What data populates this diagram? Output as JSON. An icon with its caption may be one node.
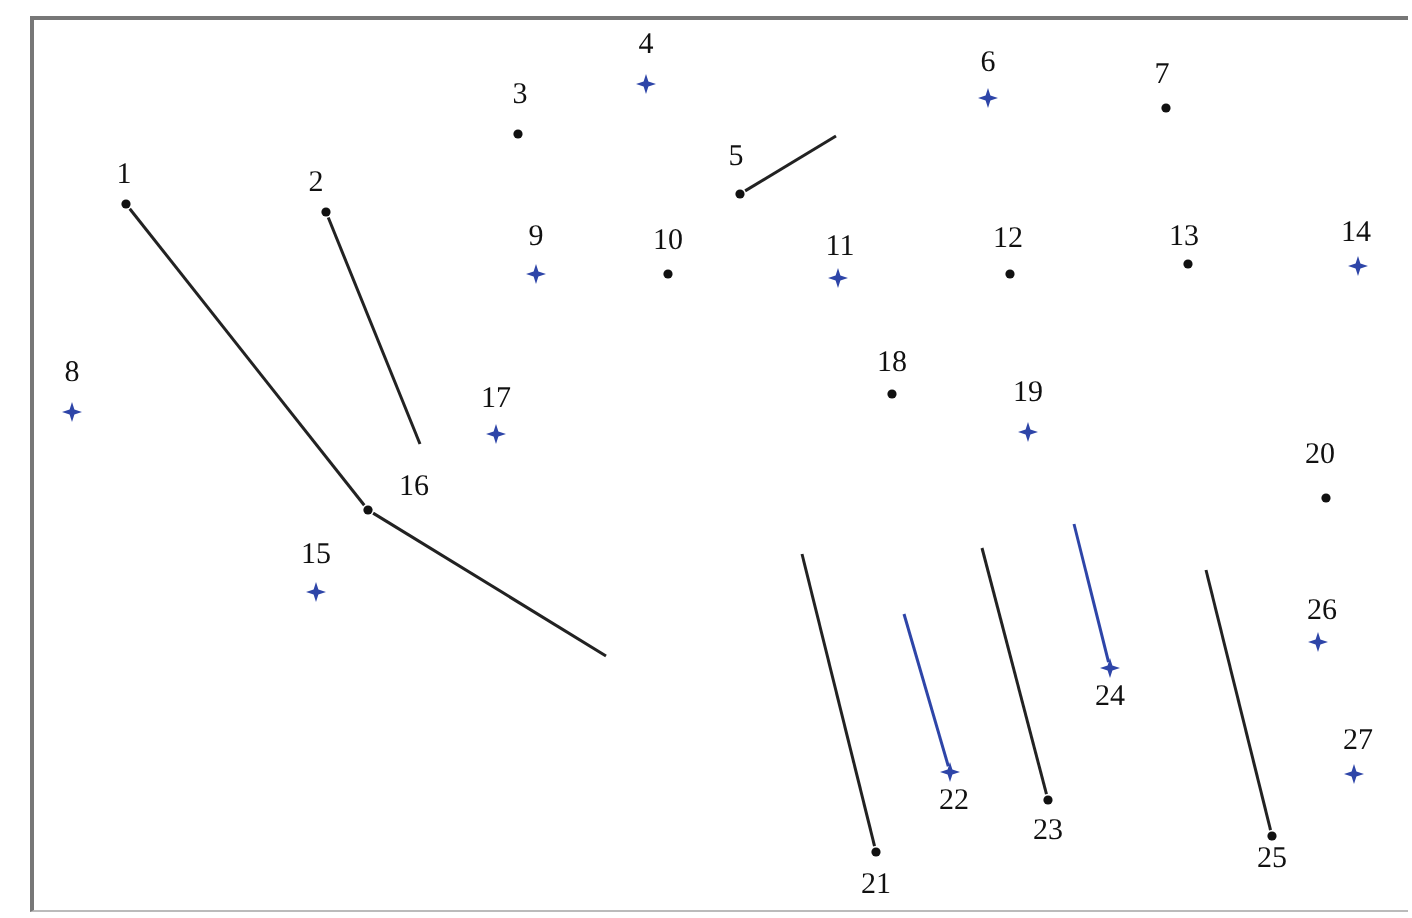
{
  "diagram": {
    "nodes": [
      {
        "text": [],
        "shape": "dot",
        "beside": [
          "1"
        ]
      },
      {
        "text": [],
        "shape": "dot",
        "beside": [
          "2"
        ]
      },
      {
        "text": [],
        "shape": "dot",
        "beside": [
          "3"
        ]
      },
      {
        "text": [],
        "shape": "star",
        "beside": [
          "4"
        ]
      },
      {
        "text": [],
        "shape": "dot",
        "beside": [
          "5"
        ]
      },
      {
        "text": [],
        "shape": "star",
        "beside": [
          "6"
        ]
      },
      {
        "text": [],
        "shape": "dot",
        "beside": [
          "7"
        ]
      },
      {
        "text": [],
        "shape": "star",
        "beside": [
          "8"
        ]
      },
      {
        "text": [],
        "shape": "star",
        "beside": [
          "9"
        ]
      },
      {
        "text": [],
        "shape": "dot",
        "beside": [
          "10"
        ]
      },
      {
        "text": [],
        "shape": "star",
        "beside": [
          "11"
        ]
      },
      {
        "text": [],
        "shape": "dot",
        "beside": [
          "12"
        ]
      },
      {
        "text": [],
        "shape": "dot",
        "beside": [
          "13"
        ]
      },
      {
        "text": [],
        "shape": "star",
        "beside": [
          "14"
        ]
      },
      {
        "text": [],
        "shape": "star",
        "beside": [
          "15"
        ]
      },
      {
        "text": [],
        "shape": "dot",
        "beside": [
          "16"
        ]
      },
      {
        "text": [],
        "shape": "star",
        "beside": [
          "17"
        ]
      },
      {
        "text": [],
        "shape": "dot",
        "beside": [
          "18"
        ]
      },
      {
        "text": [],
        "shape": "star",
        "beside": [
          "19"
        ]
      },
      {
        "text": [],
        "shape": "dot",
        "beside": [
          "20"
        ]
      },
      {
        "text": [],
        "shape": "dot",
        "beside": [
          "21"
        ]
      },
      {
        "text": [],
        "shape": "star",
        "beside": [
          "22"
        ]
      },
      {
        "text": [],
        "shape": "dot",
        "beside": [
          "23"
        ]
      },
      {
        "text": [],
        "shape": "star",
        "beside": [
          "24"
        ]
      },
      {
        "text": [],
        "shape": "dot",
        "beside": [
          "25"
        ]
      },
      {
        "text": [],
        "shape": "star",
        "beside": [
          "26"
        ]
      },
      {
        "text": [],
        "shape": "star",
        "beside": [
          "27"
        ]
      }
    ],
    "edges": [
      {
        "from": 0,
        "to": 15,
        "arrow": "none"
      },
      {
        "from": 1,
        "to": null,
        "arrow": "none"
      },
      {
        "from": 15,
        "to": null,
        "arrow": "none"
      },
      {
        "from": 4,
        "to": null,
        "arrow": "none"
      },
      {
        "from": null,
        "to": 20,
        "arrow": "none"
      },
      {
        "from": null,
        "to": 21,
        "arrow": "none",
        "color": "#2e45a8"
      },
      {
        "from": null,
        "to": 22,
        "arrow": "none"
      },
      {
        "from": null,
        "to": 23,
        "arrow": "none",
        "color": "#2e45a8"
      },
      {
        "from": null,
        "to": 24,
        "arrow": "none"
      }
    ]
  }
}
